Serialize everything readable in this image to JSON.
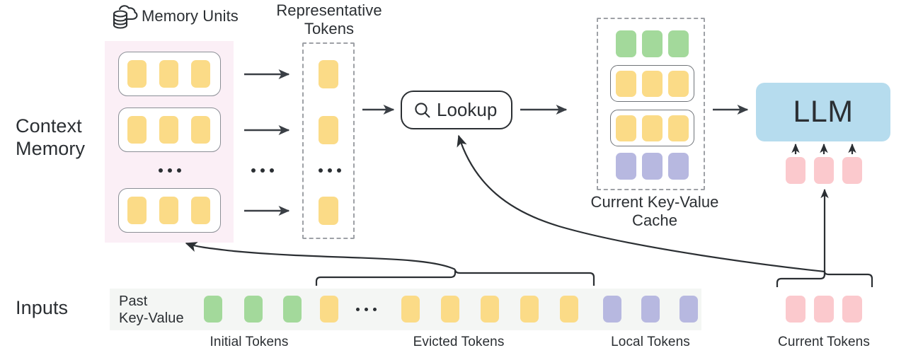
{
  "diagram": {
    "title_rows": {
      "context_memory": "Context\nMemory",
      "inputs": "Inputs"
    },
    "headings": {
      "memory_units": "Memory Units",
      "representative_tokens": "Representative\nTokens",
      "current_kv_cache": "Current Key-Value\nCache"
    },
    "lookup": {
      "label": "Lookup",
      "icon": "search-icon"
    },
    "llm": {
      "label": "LLM"
    },
    "memory_units_icon": "cloud-database-icon",
    "inputs": {
      "past_kv_label": "Past\nKey-Value",
      "ellipsis": "...",
      "tokens": [
        {
          "type": "green"
        },
        {
          "type": "green"
        },
        {
          "type": "green"
        },
        {
          "type": "yellow"
        },
        {
          "type": "ellipsis"
        },
        {
          "type": "yellow"
        },
        {
          "type": "yellow"
        },
        {
          "type": "yellow"
        },
        {
          "type": "yellow"
        },
        {
          "type": "yellow"
        },
        {
          "type": "purple"
        },
        {
          "type": "purple"
        },
        {
          "type": "purple"
        }
      ],
      "current_tokens": [
        {
          "type": "pink"
        },
        {
          "type": "pink"
        },
        {
          "type": "pink"
        }
      ]
    },
    "bottom_captions": [
      {
        "label": "Initial Tokens"
      },
      {
        "label": "Evicted Tokens"
      },
      {
        "label": "Local Tokens"
      },
      {
        "label": "Current Tokens"
      }
    ],
    "memory_units": [
      {
        "tokens": [
          "yellow",
          "yellow",
          "yellow"
        ]
      },
      {
        "tokens": [
          "yellow",
          "yellow",
          "yellow"
        ]
      },
      {
        "tokens": [
          "yellow",
          "yellow",
          "yellow"
        ]
      }
    ],
    "memory_units_ellipsis": "...",
    "representative_tokens": [
      "yellow",
      "yellow",
      "yellow"
    ],
    "representative_ellipsis": "...",
    "arrows_ellipsis": "...",
    "kv_cache_rows": [
      {
        "boxed": false,
        "tokens": [
          "green",
          "green",
          "green"
        ]
      },
      {
        "boxed": true,
        "tokens": [
          "yellow",
          "yellow",
          "yellow"
        ]
      },
      {
        "boxed": true,
        "tokens": [
          "yellow",
          "yellow",
          "yellow"
        ]
      },
      {
        "boxed": false,
        "tokens": [
          "purple",
          "purple",
          "purple"
        ]
      }
    ],
    "colors": {
      "yellow": "#fbdb87",
      "green": "#a3d99b",
      "purple": "#b7b8e0",
      "pink": "#fbc9cd",
      "llm_blue": "#b6dcee",
      "memory_bg": "#fbeff6",
      "inputs_bg": "#f4f6f4",
      "ink": "#2b2f33"
    }
  }
}
